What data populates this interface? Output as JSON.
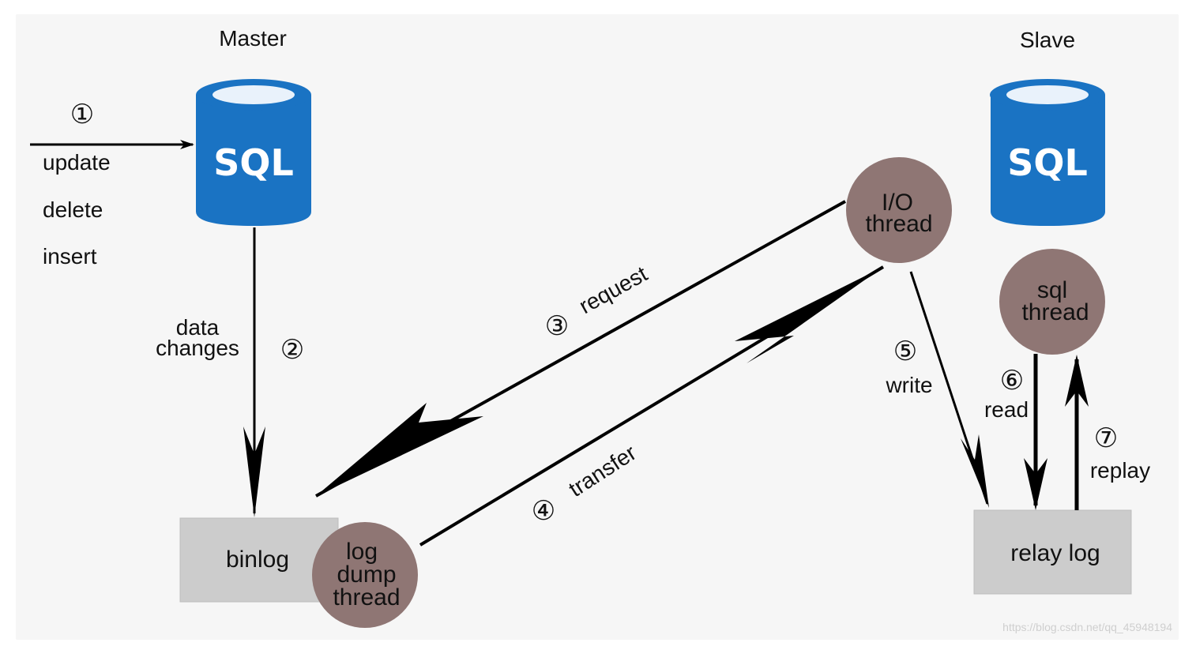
{
  "master": {
    "title": "Master",
    "db_label": "SQL",
    "step1": "①",
    "ops": [
      "update",
      "delete",
      "insert"
    ],
    "data_changes": [
      "data",
      "changes"
    ],
    "step2": "②",
    "binlog": "binlog",
    "log_dump_thread": [
      "log",
      "dump",
      "thread"
    ]
  },
  "slave": {
    "title": "Slave",
    "db_label": "SQL",
    "io_thread": [
      "I/O",
      "thread"
    ],
    "sql_thread": [
      "sql",
      "thread"
    ],
    "relay_log": "relay log",
    "step5": "⑤",
    "write": "write",
    "step6": "⑥",
    "read": "read",
    "step7": "⑦",
    "replay": "replay"
  },
  "links": {
    "step3": "③",
    "request": "request",
    "step4": "④",
    "transfer": "transfer"
  },
  "colors": {
    "db_blue": "#1a73c3",
    "db_blue_dark": "#0f5ea8",
    "thread_circle": "#8f7674",
    "log_box": "#cccccc"
  },
  "watermark": "https://blog.csdn.net/qq_45948194"
}
